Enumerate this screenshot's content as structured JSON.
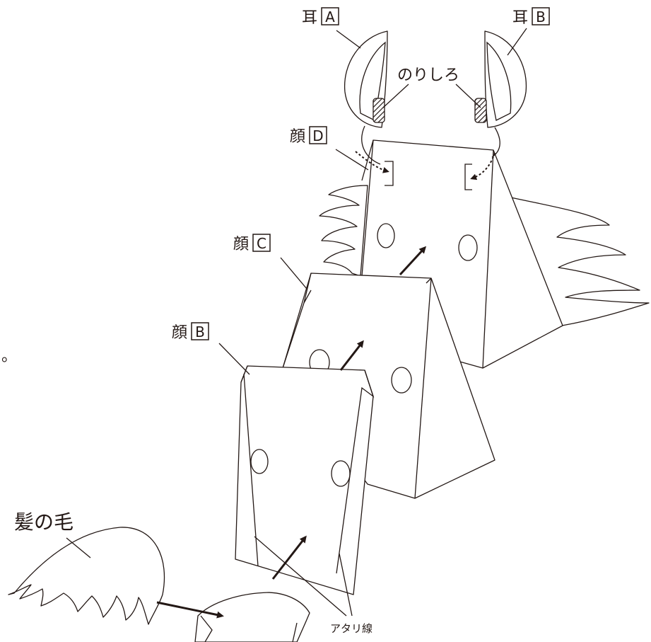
{
  "labels": {
    "ear_a": {
      "kanji": "耳",
      "letter": "A"
    },
    "ear_b": {
      "kanji": "耳",
      "letter": "B"
    },
    "glue_tab": "のりしろ",
    "face_d": {
      "kanji": "顔",
      "letter": "D"
    },
    "face_c": {
      "kanji": "顔",
      "letter": "C"
    },
    "face_b": {
      "kanji": "顔",
      "letter": "B"
    },
    "hair": "髪の毛",
    "guide_line": "アタリ線",
    "stray_mark": "。"
  }
}
